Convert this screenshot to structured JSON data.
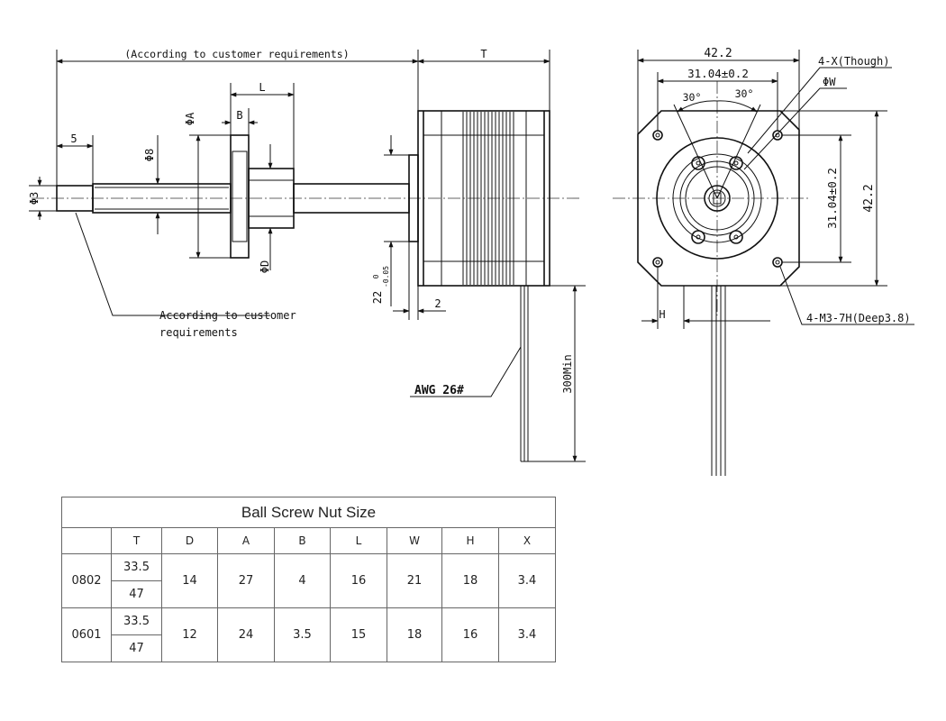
{
  "side_view": {
    "shaft_length_note": "(According to customer requirements)",
    "T": "T",
    "L": "L",
    "B": "B",
    "phi_A": "ΦA",
    "phi_8": "Φ8",
    "phi_3": "Φ3",
    "phi_D": "ΦD",
    "dim_5": "5",
    "dim_2": "2",
    "pilot_dia": "22",
    "pilot_tol_upper": "0",
    "pilot_tol_lower": "-0.05",
    "end_note_line1": "According to customer",
    "end_note_line2": "requirements",
    "wire_gauge": "AWG 26#",
    "lead_length": "300Min"
  },
  "front_view": {
    "width": "42.2",
    "height": "42.2",
    "hole_spacing_h": "31.04±0.2",
    "hole_spacing_v": "31.04±0.2",
    "angle_left": "30°",
    "angle_right": "30°",
    "through_holes": "4-X(Though)",
    "phi_W": "ΦW",
    "mount_holes": "4-M3-7H(Deep3.8)",
    "H": "H"
  },
  "table": {
    "title": "Ball Screw Nut Size",
    "headers": [
      "T",
      "D",
      "A",
      "B",
      "L",
      "W",
      "H",
      "X"
    ],
    "rows": [
      {
        "model": "0802",
        "T": [
          "33.5",
          "47"
        ],
        "values": [
          "14",
          "27",
          "4",
          "16",
          "21",
          "18",
          "3.4"
        ]
      },
      {
        "model": "0601",
        "T": [
          "33.5",
          "47"
        ],
        "values": [
          "12",
          "24",
          "3.5",
          "15",
          "18",
          "16",
          "3.4"
        ]
      }
    ]
  }
}
